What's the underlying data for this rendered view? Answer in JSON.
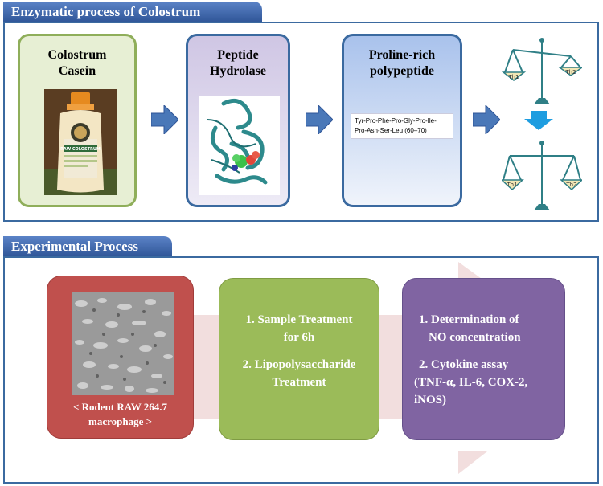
{
  "section1": {
    "title": "Enzymatic process of  Colostrum",
    "boxes": [
      {
        "line1": "Colostrum",
        "line2": "Casein"
      },
      {
        "line1": "Peptide",
        "line2": "Hydrolase"
      },
      {
        "line1": "Proline-rich",
        "line2": "polypeptide"
      }
    ],
    "sequence_line1": "Tyr-Pro-Phe-Pro-Gly-Pro-Ile-",
    "sequence_line2": "Pro-Asn-Ser-Leu (60–70)",
    "bottle_label": "RAW COLOSTRUM",
    "scale_top": {
      "left": "Th1",
      "right": "Th2"
    },
    "scale_bottom": {
      "left": "Th1",
      "right": "Th2"
    }
  },
  "section2": {
    "title": "Experimental Process",
    "cell_caption_line1": "< Rodent RAW 264.7",
    "cell_caption_line2": "macrophage >",
    "step_a": [
      "1. Sample Treatment",
      "for 6h",
      "2. Lipopolysaccharide",
      "Treatment"
    ],
    "step_b": [
      "1. Determination of",
      "NO concentration",
      "2. Cytokine assay",
      "(TNF-α, IL-6, COX-2,",
      "iNOS)"
    ]
  },
  "colors": {
    "title_bar": "#2f5597",
    "panel_border": "#3b6aa0",
    "green_box": "#e7efd4",
    "purple_box": "#d7d0e8",
    "blue_box": "#c9d9f2",
    "arrow_blue": "#4a78b8",
    "red_box": "#c0504d",
    "green_step": "#9bbb59",
    "purple_step": "#8064a2",
    "teal_scale": "#2f7f86"
  }
}
